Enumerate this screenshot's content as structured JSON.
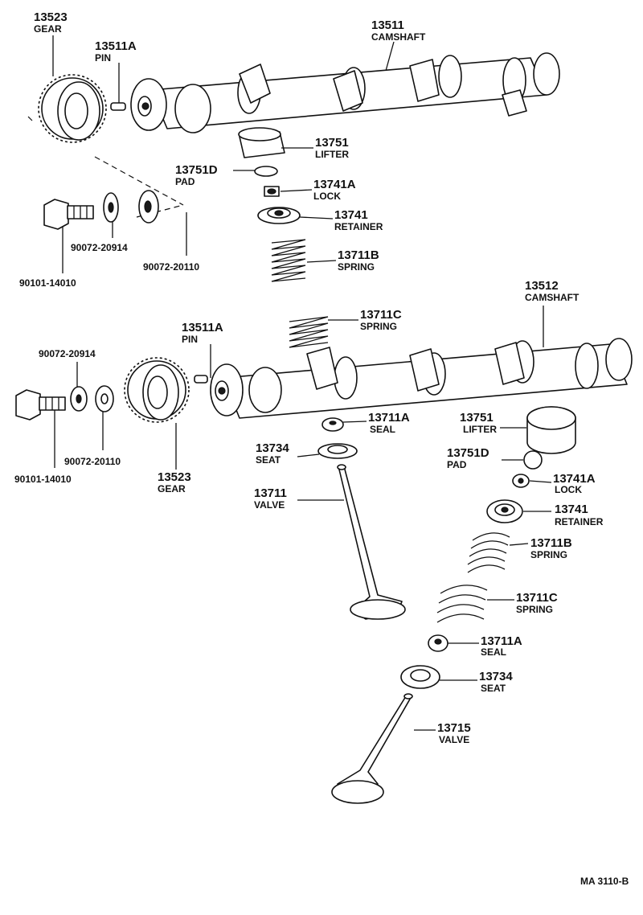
{
  "callouts": {
    "gear_top": {
      "num": "13523",
      "name": "GEAR"
    },
    "pin_top": {
      "num": "13511A",
      "name": "PIN"
    },
    "camshaft_top": {
      "num": "13511",
      "name": "CAMSHAFT"
    },
    "lifter_top": {
      "num": "13751",
      "name": "LIFTER"
    },
    "pad_top": {
      "num": "13751D",
      "name": "PAD"
    },
    "lock_top": {
      "num": "13741A",
      "name": "LOCK"
    },
    "retainer_top": {
      "num": "13741",
      "name": "RETAINER"
    },
    "spring_b_top": {
      "num": "13711B",
      "name": "SPRING"
    },
    "spring_c_top": {
      "num": "13711C",
      "name": "SPRING"
    },
    "washer_a_top": {
      "num": "90072-20914"
    },
    "washer_b_top": {
      "num": "90072-20110"
    },
    "bolt_top": {
      "num": "90101-14010"
    },
    "camshaft_bottom": {
      "num": "13512",
      "name": "CAMSHAFT"
    },
    "pin_bottom": {
      "num": "13511A",
      "name": "PIN"
    },
    "washer_a_bottom": {
      "num": "90072-20914"
    },
    "washer_b_bottom": {
      "num": "90072-20110"
    },
    "bolt_bottom": {
      "num": "90101-14010"
    },
    "gear_bottom": {
      "num": "13523",
      "name": "GEAR"
    },
    "seal_top": {
      "num": "13711A",
      "name": "SEAL"
    },
    "seat_top": {
      "num": "13734",
      "name": "SEAT"
    },
    "valve_intake": {
      "num": "13711",
      "name": "VALVE"
    },
    "lifter_bottom": {
      "num": "13751",
      "name": "LIFTER"
    },
    "pad_bottom": {
      "num": "13751D",
      "name": "PAD"
    },
    "lock_bottom": {
      "num": "13741A",
      "name": "LOCK"
    },
    "retainer_bottom": {
      "num": "13741",
      "name": "RETAINER"
    },
    "spring_b_bottom": {
      "num": "13711B",
      "name": "SPRING"
    },
    "spring_c_bottom": {
      "num": "13711C",
      "name": "SPRING"
    },
    "seal_bottom": {
      "num": "13711A",
      "name": "SEAL"
    },
    "seat_bottom": {
      "num": "13734",
      "name": "SEAT"
    },
    "valve_exhaust": {
      "num": "13715",
      "name": "VALVE"
    }
  },
  "drawing_code": "MA 3110-B"
}
